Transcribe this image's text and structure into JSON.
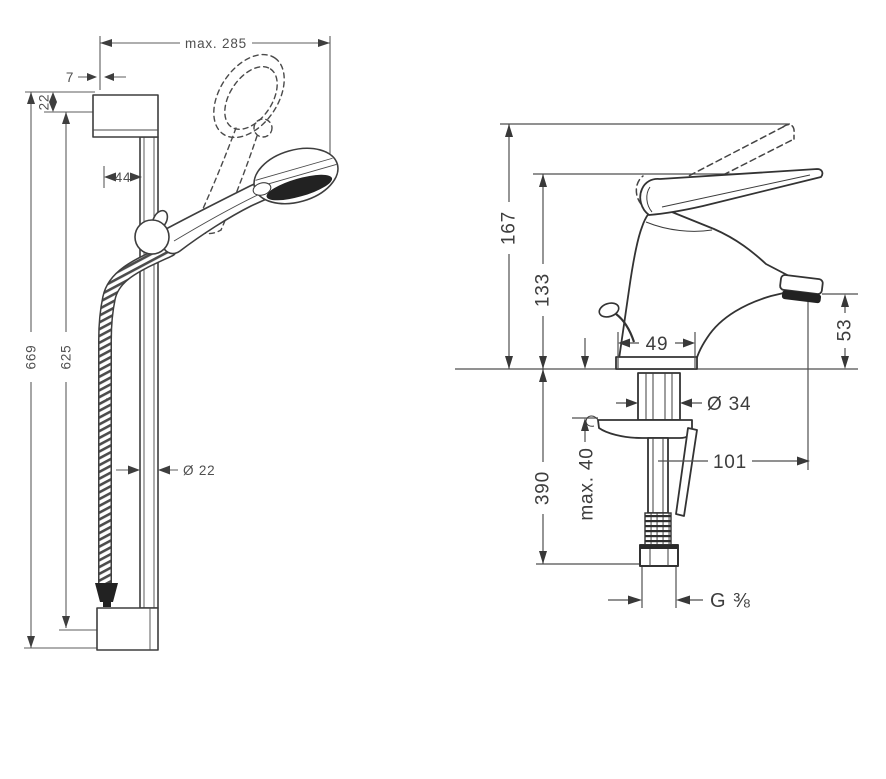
{
  "colors": {
    "background": "#ffffff",
    "line": "#3e3e3e",
    "dim_line": "#5a5a5a",
    "dark_fill": "#222222",
    "label": "#4d4d4d"
  },
  "shower_figure": {
    "dim_max_width": "max. 285",
    "dim_bracket_gap": "7",
    "dim_top_offset": "22",
    "dim_bracket_depth": "44",
    "dim_overall_height": "669",
    "dim_bar_height": "625",
    "dim_bar_diameter": "Ø 22"
  },
  "faucet_figure": {
    "dim_overall_height": "167",
    "dim_body_height": "133",
    "dim_base_width": "49",
    "dim_spout_height": "53",
    "dim_hole_diameter": "Ø 34",
    "dim_spout_reach": "101",
    "dim_max_deck_thickness": "max. 40",
    "dim_hose_length": "390",
    "dim_thread_size": "G ⅜"
  }
}
